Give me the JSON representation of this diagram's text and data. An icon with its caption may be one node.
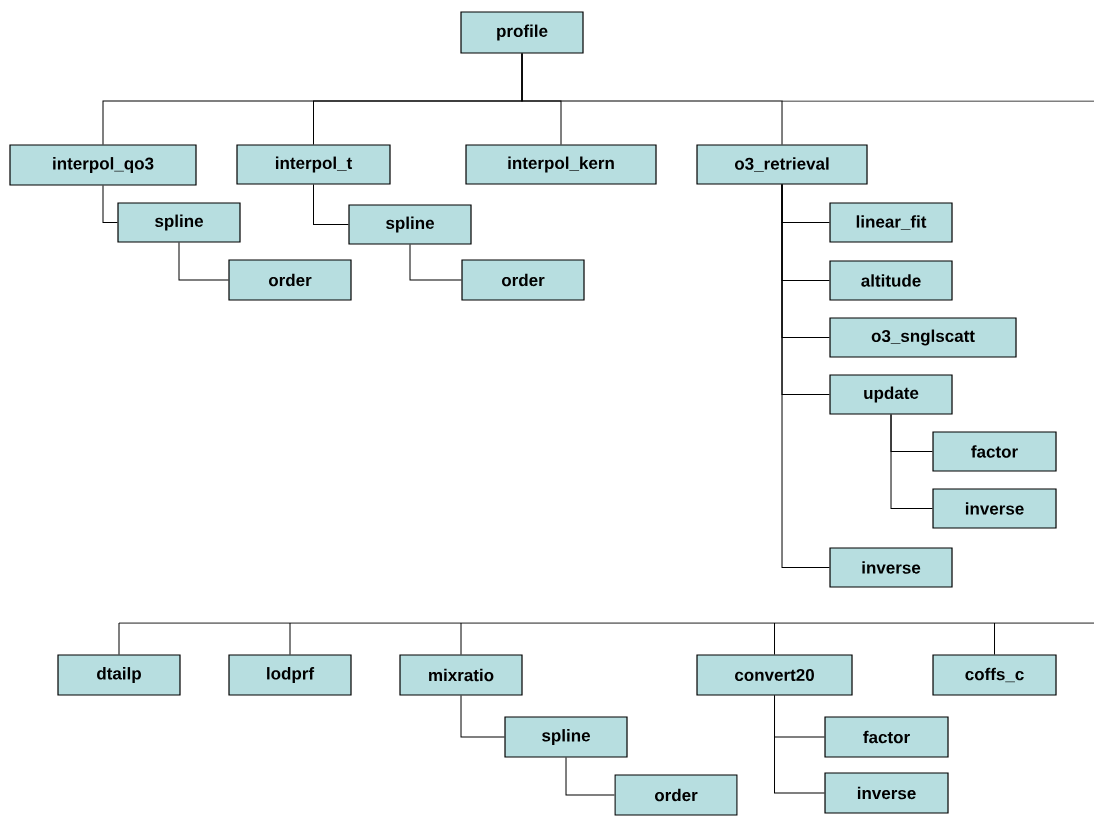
{
  "diagram": {
    "nodes": [
      {
        "text": [
          "profile"
        ]
      },
      {
        "text": [
          "interpol_qo3"
        ]
      },
      {
        "text": [
          "spline"
        ]
      },
      {
        "text": [
          "order"
        ]
      },
      {
        "text": [
          "interpol_t"
        ]
      },
      {
        "text": [
          "spline"
        ]
      },
      {
        "text": [
          "order"
        ]
      },
      {
        "text": [
          "interpol_kern"
        ]
      },
      {
        "text": [
          "o3_retrieval"
        ]
      },
      {
        "text": [
          "linear_fit"
        ]
      },
      {
        "text": [
          "altitude"
        ]
      },
      {
        "text": [
          "o3_snglscatt"
        ]
      },
      {
        "text": [
          "update"
        ]
      },
      {
        "text": [
          "factor"
        ]
      },
      {
        "text": [
          "inverse"
        ]
      },
      {
        "text": [
          "inverse"
        ]
      },
      {
        "text": [
          "dtailp"
        ]
      },
      {
        "text": [
          "lodprf"
        ]
      },
      {
        "text": [
          "mixratio"
        ]
      },
      {
        "text": [
          "spline"
        ]
      },
      {
        "text": [
          "order"
        ]
      },
      {
        "text": [
          "convert20"
        ]
      },
      {
        "text": [
          "coffs_c"
        ]
      },
      {
        "text": [
          "factor"
        ]
      },
      {
        "text": [
          "inverse"
        ]
      }
    ],
    "edges": [
      {
        "from": 0,
        "to": 1,
        "arrow": "none"
      },
      {
        "from": 0,
        "to": 4,
        "arrow": "none"
      },
      {
        "from": 0,
        "to": 7,
        "arrow": "none"
      },
      {
        "from": 0,
        "to": 8,
        "arrow": "none"
      },
      {
        "from": 1,
        "to": 2,
        "arrow": "none"
      },
      {
        "from": 2,
        "to": 3,
        "arrow": "none"
      },
      {
        "from": 4,
        "to": 5,
        "arrow": "none"
      },
      {
        "from": 5,
        "to": 6,
        "arrow": "none"
      },
      {
        "from": 8,
        "to": 9,
        "arrow": "none"
      },
      {
        "from": 8,
        "to": 10,
        "arrow": "none"
      },
      {
        "from": 8,
        "to": 11,
        "arrow": "none"
      },
      {
        "from": 8,
        "to": 12,
        "arrow": "none"
      },
      {
        "from": 12,
        "to": 13,
        "arrow": "none"
      },
      {
        "from": 12,
        "to": 14,
        "arrow": "none"
      },
      {
        "from": 8,
        "to": 15,
        "arrow": "none"
      },
      {
        "from": null,
        "to": 16,
        "arrow": "none"
      },
      {
        "from": null,
        "to": 17,
        "arrow": "none"
      },
      {
        "from": null,
        "to": 18,
        "arrow": "none"
      },
      {
        "from": 18,
        "to": 19,
        "arrow": "none"
      },
      {
        "from": 19,
        "to": 20,
        "arrow": "none"
      },
      {
        "from": null,
        "to": 21,
        "arrow": "none"
      },
      {
        "from": null,
        "to": 22,
        "arrow": "none"
      },
      {
        "from": 21,
        "to": 23,
        "arrow": "none"
      },
      {
        "from": 21,
        "to": 24,
        "arrow": "none"
      }
    ]
  }
}
